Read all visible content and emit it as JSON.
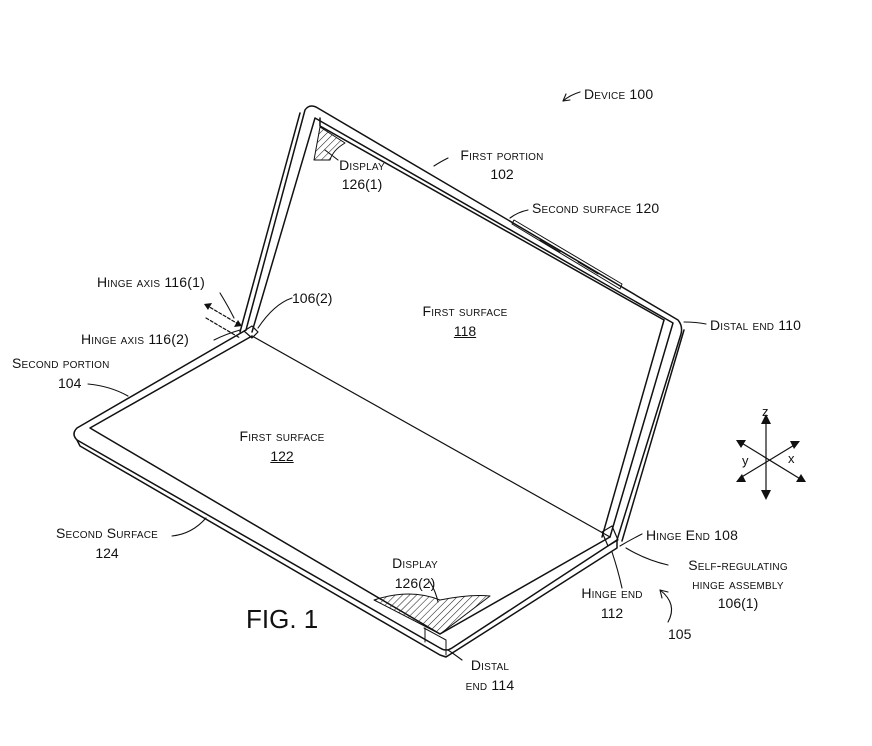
{
  "figure_label": "FIG. 1",
  "labels": {
    "device": "Device 100",
    "first_portion": "First portion",
    "first_portion_num": "102",
    "display_1": "Display",
    "display_1_num": "126(1)",
    "second_surface_120": "Second surface 120",
    "hinge_axis_1": "Hinge axis 116(1)",
    "hinge_axis_2": "Hinge axis 116(2)",
    "hinge_106_2": "106(2)",
    "first_surface_118": "First surface",
    "first_surface_118_num": "118",
    "distal_end_110": "Distal end 110",
    "second_portion": "Second portion",
    "second_portion_num": "104",
    "first_surface_122": "First surface",
    "first_surface_122_num": "122",
    "second_surface_124": "Second Surface",
    "second_surface_124_num": "124",
    "display_2": "Display",
    "display_2_num": "126(2)",
    "hinge_end_108": "Hinge End 108",
    "self_regulating_1": "Self-regulating",
    "self_regulating_2": "hinge assembly",
    "self_regulating_3": "106(1)",
    "hinge_end_112": "Hinge end",
    "hinge_end_112_num": "112",
    "ref_105": "105",
    "distal_end_114": "Distal",
    "distal_end_114_num": "end 114"
  },
  "axes": {
    "z": "z",
    "y": "y",
    "x": "x"
  }
}
